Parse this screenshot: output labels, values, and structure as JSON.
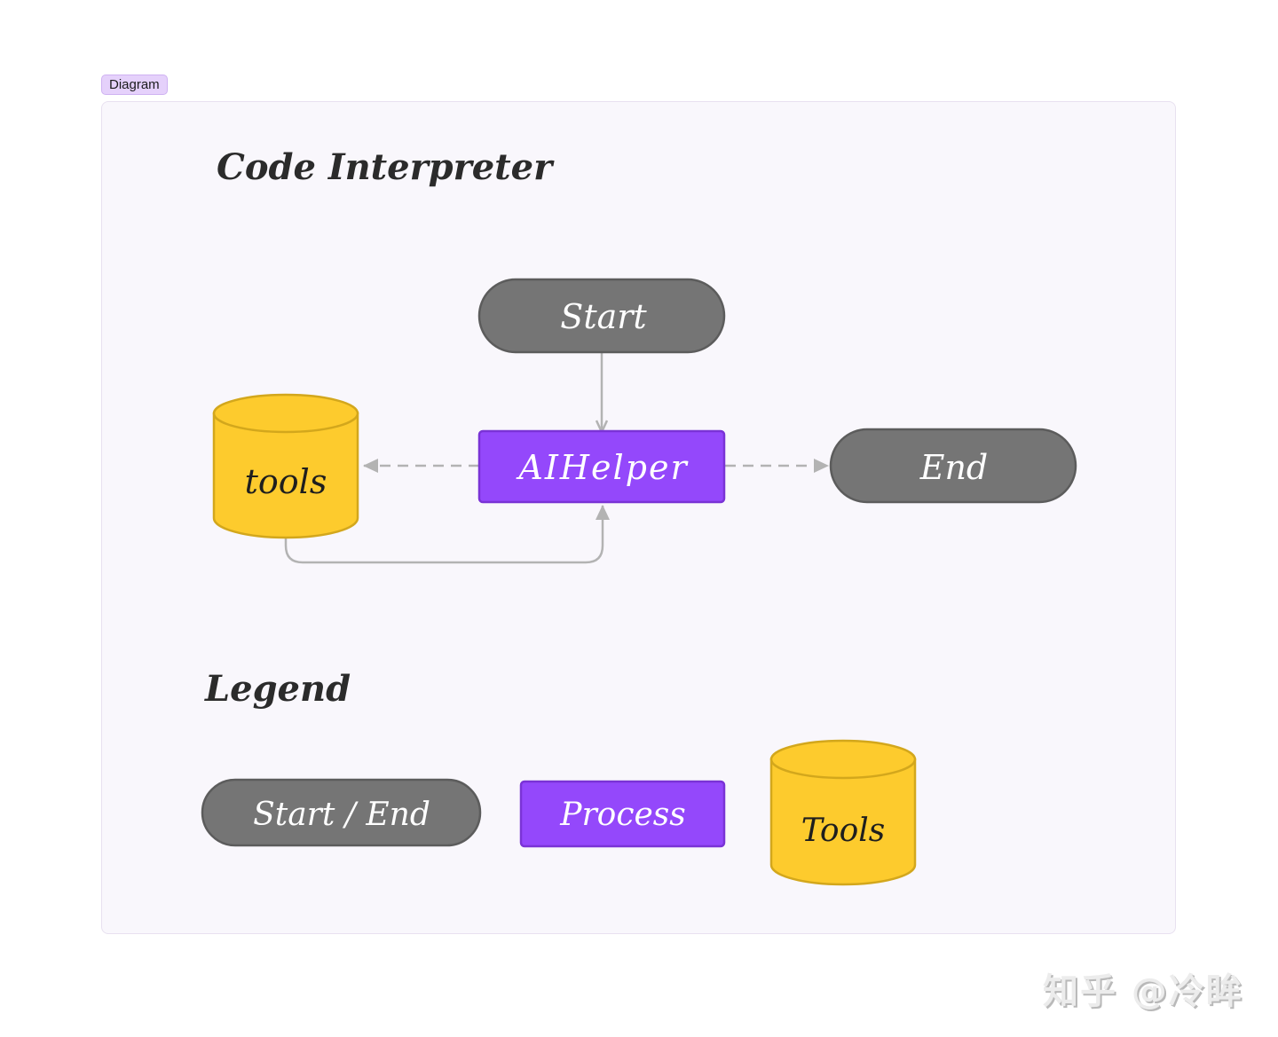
{
  "tag": {
    "label": "Diagram"
  },
  "title": "Code Interpreter",
  "colors": {
    "terminal_fill": "#757575",
    "terminal_stroke": "#5c5c5c",
    "process_fill": "#9448fb",
    "process_stroke": "#7a33d6",
    "tools_fill": "#fdcb2d",
    "tools_stroke": "#d3a71c",
    "edge": "#b3b3b3",
    "text_dark": "#2b2b2b",
    "text_light": "#ffffff",
    "frame_bg": "#f9f7fc"
  },
  "nodes": {
    "start": {
      "label": "Start",
      "type": "terminal"
    },
    "aihelper": {
      "label": "AIHelper",
      "type": "process"
    },
    "end": {
      "label": "End",
      "type": "terminal"
    },
    "tools": {
      "label": "tools",
      "type": "tools"
    }
  },
  "edges": [
    {
      "from": "start",
      "to": "aihelper",
      "style": "solid"
    },
    {
      "from": "aihelper",
      "to": "tools",
      "style": "dashed"
    },
    {
      "from": "aihelper",
      "to": "end",
      "style": "dashed"
    },
    {
      "from": "tools",
      "to": "aihelper",
      "style": "solid"
    }
  ],
  "legend": {
    "title": "Legend",
    "items": [
      {
        "label": "Start / End",
        "type": "terminal"
      },
      {
        "label": "Process",
        "type": "process"
      },
      {
        "label": "Tools",
        "type": "tools"
      }
    ]
  },
  "watermark": "知乎 @冷眸"
}
